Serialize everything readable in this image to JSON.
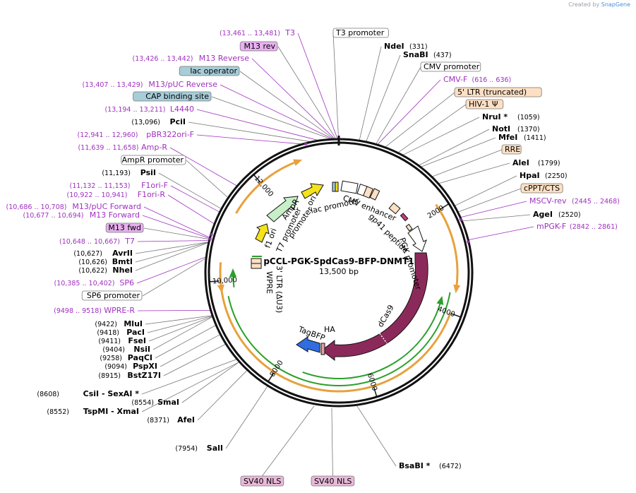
{
  "credit": {
    "prefix": "Created by",
    "brand": "SnapGene"
  },
  "plasmid": {
    "name": "pCCL-PGK-SpdCas9-BFP-DNMT1",
    "size": "13,500 bp"
  },
  "colors": {
    "purple": "#a030c0",
    "feature_line": "#555555",
    "site_line": "#666666",
    "orange": "#e8a13c",
    "green": "#2aa02a",
    "dcas9": "#8b2a5a",
    "bfp": "#2f6de0",
    "yellow": "#f5e21a",
    "ampr": "#c8f0c8",
    "blue_box": "#a7cdd8",
    "peach_box": "#fde0c4",
    "pink_box": "#e8b9d9",
    "m13_box": "#e8b0f0"
  },
  "ticks": [
    {
      "label": "2000",
      "angle": 58
    },
    {
      "label": "4000",
      "angle": 110
    },
    {
      "label": "6000",
      "angle": 163
    },
    {
      "label": "8000",
      "angle": 213
    },
    {
      "label": "10,000",
      "angle": 266
    },
    {
      "label": "12,000",
      "angle": 319
    }
  ],
  "left_labels": [
    {
      "text": "T3",
      "coords": "(13,461 .. 13,481)",
      "kind": "primer",
      "angle": 359.6
    },
    {
      "text": "M13 rev",
      "coords": "",
      "kind": "boxm13",
      "angle": 359.0
    },
    {
      "text": "M13 Reverse",
      "coords": "(13,426 .. 13,442)",
      "kind": "primer",
      "angle": 358.7
    },
    {
      "text": "lac operator",
      "coords": "",
      "kind": "boxblue",
      "angle": 358.4
    },
    {
      "text": "M13/pUC Reverse",
      "coords": "(13,407 .. 13,429)",
      "kind": "primer",
      "angle": 358.3
    },
    {
      "text": "CAP binding site",
      "coords": "",
      "kind": "boxblue",
      "angle": 357.8
    },
    {
      "text": "L4440",
      "coords": "(13,194 .. 13,211)",
      "kind": "primer",
      "angle": 352.3
    },
    {
      "text": "PciI",
      "coords": "(13,096)",
      "kind": "site",
      "angle": 349.2
    },
    {
      "text": "pBR322ori-F",
      "coords": "(12,941 .. 12,960)",
      "kind": "primer",
      "angle": 345.1
    },
    {
      "text": "Amp-R",
      "coords": "(11,639 .. 11,658)",
      "kind": "primer",
      "angle": 310.5
    },
    {
      "text": "AmpR promoter",
      "coords": "",
      "kind": "boxwhite",
      "angle": 304.0
    },
    {
      "text": "PsiI",
      "coords": "(11,193)",
      "kind": "site",
      "angle": 298.5
    },
    {
      "text": "F1ori-F",
      "coords": "(11,132 .. 11,153)",
      "kind": "primer",
      "angle": 296.9
    },
    {
      "text": "F1ori-R",
      "coords": "(10,922 .. 10,941)",
      "kind": "primer",
      "angle": 291.3
    },
    {
      "text": "M13/pUC Forward",
      "coords": "(10,686 .. 10,708)",
      "kind": "primer",
      "angle": 285.1
    },
    {
      "text": "M13 Forward",
      "coords": "(10,677 .. 10,694)",
      "kind": "primer",
      "angle": 284.8
    },
    {
      "text": "M13 fwd",
      "coords": "",
      "kind": "boxm13",
      "angle": 284.5
    },
    {
      "text": "T7",
      "coords": "(10,648 .. 10,667)",
      "kind": "primer",
      "angle": 284.0
    },
    {
      "text": "AvrII",
      "coords": "(10,627)",
      "kind": "site",
      "angle": 283.4
    },
    {
      "text": "BmtI",
      "coords": "(10,626)",
      "kind": "site",
      "angle": 283.4
    },
    {
      "text": "NheI",
      "coords": "(10,622)",
      "kind": "site",
      "angle": 283.3
    },
    {
      "text": "SP6",
      "coords": "(10,385 .. 10,402)",
      "kind": "primer",
      "angle": 277.0
    },
    {
      "text": "SP6 promoter",
      "coords": "",
      "kind": "boxwhite",
      "angle": 276.5
    },
    {
      "text": "WPRE-R",
      "coords": "(9498 .. 9518)",
      "kind": "primer",
      "angle": 253.5
    },
    {
      "text": "MluI",
      "coords": "(9422)",
      "kind": "site",
      "angle": 251.2
    },
    {
      "text": "PacI",
      "coords": "(9418)",
      "kind": "site",
      "angle": 251.1
    },
    {
      "text": "FseI",
      "coords": "(9411)",
      "kind": "site",
      "angle": 250.9
    },
    {
      "text": "NsiI",
      "coords": "(9404)",
      "kind": "site",
      "angle": 250.8
    },
    {
      "text": "PaqCI",
      "coords": "(9258)",
      "kind": "site",
      "angle": 246.9
    },
    {
      "text": "PspXI",
      "coords": "(9094)",
      "kind": "site",
      "angle": 242.5
    },
    {
      "text": "BstZ17I",
      "coords": "(8915)",
      "kind": "site",
      "angle": 237.7
    },
    {
      "text": "CsiI  - SexAI *",
      "coords": "(8608)",
      "kind": "site",
      "angle": 229.5
    },
    {
      "text": "SmaI",
      "coords": "(8554)",
      "kind": "site",
      "angle": 228.1
    },
    {
      "text": "TspMI  - XmaI",
      "coords": "(8552)",
      "kind": "site",
      "angle": 228.0
    },
    {
      "text": "AfeI",
      "coords": "(8371)",
      "kind": "site",
      "angle": 223.2
    },
    {
      "text": "SalI",
      "coords": "(7954)",
      "kind": "site",
      "angle": 212.1
    }
  ],
  "right_labels": [
    {
      "text": "T3 promoter",
      "coords": "",
      "kind": "boxwhite",
      "angle": 359.9
    },
    {
      "text": "NdeI",
      "coords": "(331)",
      "kind": "site",
      "angle": 8.8
    },
    {
      "text": "SnaBI",
      "coords": "(437)",
      "kind": "site",
      "angle": 11.7
    },
    {
      "text": "CMV promoter",
      "coords": "",
      "kind": "boxwhite",
      "angle": 16.0
    },
    {
      "text": "CMV-F",
      "coords": "(616 .. 636)",
      "kind": "primer",
      "angle": 16.6
    },
    {
      "text": "5' LTR (truncated)",
      "coords": "",
      "kind": "boxpeach",
      "angle": 20.0
    },
    {
      "text": "HIV-1 Ψ",
      "coords": "",
      "kind": "boxpeach",
      "angle": 26.0
    },
    {
      "text": "NruI *",
      "coords": "(1059)",
      "kind": "site",
      "angle": 28.2
    },
    {
      "text": "NotI",
      "coords": "(1370)",
      "kind": "site",
      "angle": 36.5
    },
    {
      "text": "MfeI",
      "coords": "(1411)",
      "kind": "site",
      "angle": 37.6
    },
    {
      "text": "RRE",
      "coords": "",
      "kind": "boxpeach",
      "angle": 44.0
    },
    {
      "text": "AleI",
      "coords": "(1799)",
      "kind": "site",
      "angle": 48.0
    },
    {
      "text": "HpaI",
      "coords": "(2250)",
      "kind": "site",
      "angle": 60.0
    },
    {
      "text": "cPPT/CTS",
      "coords": "",
      "kind": "boxpeach",
      "angle": 63.0
    },
    {
      "text": "MSCV-rev",
      "coords": "(2445 .. 2468)",
      "kind": "primer",
      "angle": 65.5
    },
    {
      "text": "AgeI",
      "coords": "(2520)",
      "kind": "site",
      "angle": 67.2
    },
    {
      "text": "mPGK-F",
      "coords": "(2842 .. 2861)",
      "kind": "primer",
      "angle": 75.8
    },
    {
      "text": "BsaBI *",
      "coords": "(6472)",
      "kind": "site",
      "angle": 172.6
    }
  ],
  "bottom_labels": [
    {
      "text": "SV40 NLS",
      "kind": "boxpink",
      "angle": 190.5
    },
    {
      "text": "SV40 NLS",
      "kind": "boxpink",
      "angle": 183.0
    }
  ],
  "inner_labels": {
    "ori": "ori",
    "lac_promoter": "lac promoter",
    "ampr": "AmpR",
    "ampr_promoter": "promoter",
    "f1_ori": "f1 ori",
    "t7_promoter": "T7 promoter",
    "cmv_enhancer": "CMV enhancer",
    "gp41": "gp41 peptide",
    "pgk_promoter": "PGK promoter",
    "ltr3": "3' LTR (ΔU3)",
    "wpre": "WPRE",
    "dcas9": "dCas9",
    "ha": "HA",
    "tagbfp": "TagBFP"
  }
}
